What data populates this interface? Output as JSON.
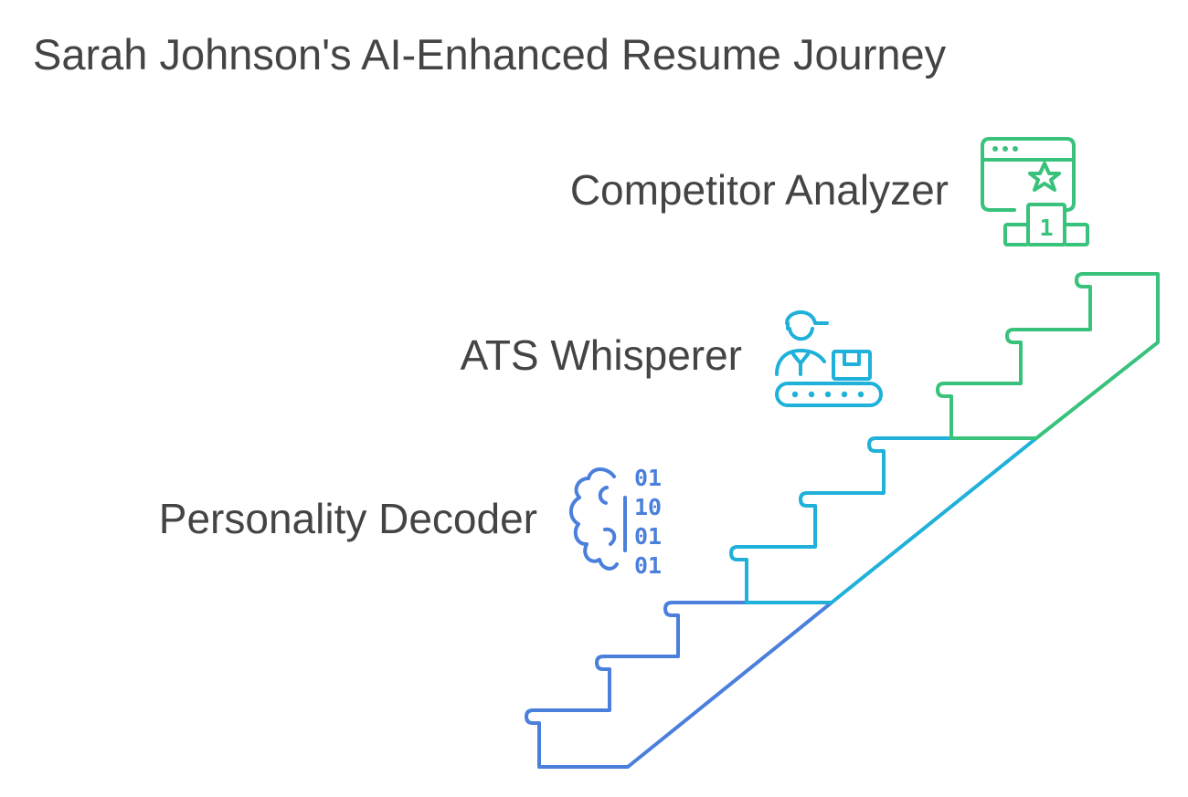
{
  "title": "Sarah Johnson's AI-Enhanced Resume Journey",
  "colors": {
    "text": "#444444",
    "step1": "#4a7fdc",
    "step2": "#1fb1d9",
    "step3": "#38c27c"
  },
  "steps": [
    {
      "label": "Personality Decoder",
      "icon": "brain-binary-icon",
      "binary": [
        "01",
        "10",
        "01",
        "01"
      ]
    },
    {
      "label": "ATS Whisperer",
      "icon": "worker-conveyor-icon"
    },
    {
      "label": "Competitor Analyzer",
      "icon": "podium-star-window-icon",
      "podium_number": "1"
    }
  ]
}
